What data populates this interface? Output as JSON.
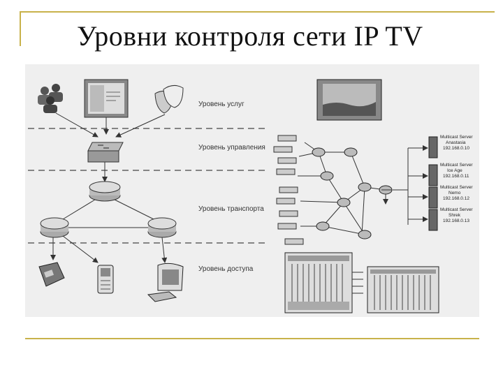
{
  "slide": {
    "title": "Уровни контроля сети IP TV"
  },
  "diagram": {
    "levels": [
      {
        "label": "Уровень услуг"
      },
      {
        "label": "Уровень управления"
      },
      {
        "label": "Уровень транспорта"
      },
      {
        "label": "Уровень доступа"
      }
    ],
    "servers": [
      {
        "name": "Multicast Server",
        "title": "Anastasia",
        "ip": "192.168.0.10"
      },
      {
        "name": "Multicast Server",
        "title": "Ice Age",
        "ip": "192.168.0.11"
      },
      {
        "name": "Multicast Server",
        "title": "Nemo",
        "ip": "192.168.0.12"
      },
      {
        "name": "Multicast Server",
        "title": "Shrek",
        "ip": "192.168.0.13"
      }
    ]
  }
}
